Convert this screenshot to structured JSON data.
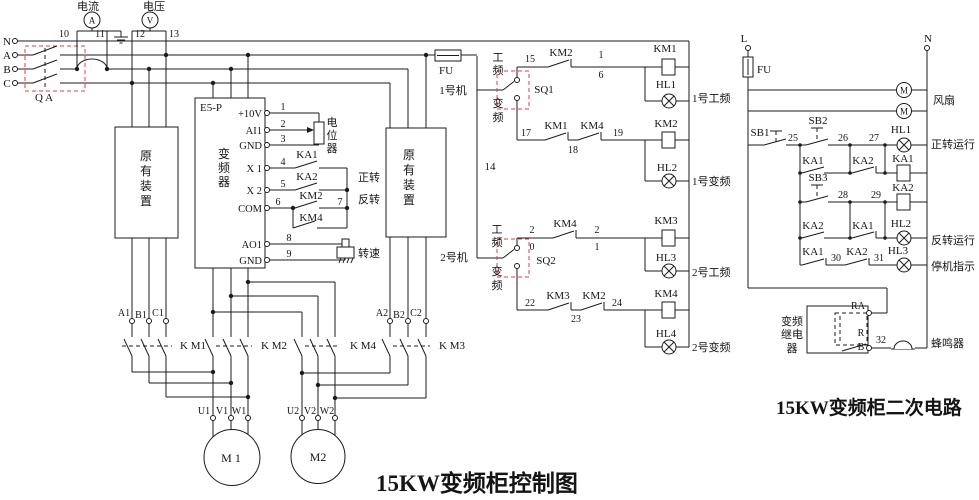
{
  "title_main": "15KW变频柜控制图",
  "title_secondary": "15KW变频柜二次电路",
  "power": {
    "phase_n": "N",
    "phase_a": "A",
    "phase_b": "B",
    "phase_c": "C",
    "breaker_label": "Q A",
    "ammeter_title": "电流",
    "ammeter_symbol": "A",
    "ammeter_t1": "10",
    "ammeter_t2": "11",
    "voltmeter_title": "电压",
    "voltmeter_symbol": "V",
    "voltmeter_t1": "12",
    "voltmeter_t2": "13"
  },
  "device1": {
    "c": [
      "原",
      "有",
      "装",
      "置"
    ]
  },
  "device2": {
    "c": [
      "原",
      "有",
      "装",
      "置"
    ]
  },
  "inverter": {
    "model": "E5-P",
    "name": [
      "变",
      "频",
      "器"
    ],
    "t_10v": "+10V",
    "t_ai1": "AI1",
    "t_gnd1": "GND",
    "t_x1": "X 1",
    "t_x2": "X 2",
    "t_com": "COM",
    "t_ao1": "AO1",
    "t_gnd2": "GND",
    "n1": "1",
    "n2": "2",
    "n3": "3",
    "n4": "4",
    "n5": "5",
    "n6": "6",
    "n7": "7",
    "n8": "8",
    "n9": "9",
    "pot": [
      "电",
      "位",
      "器"
    ],
    "ka1": "KA1",
    "ka2": "KA2",
    "km2": "KM2",
    "km4": "KM4",
    "fwd": "正转",
    "rev": "反转",
    "speed": "转速"
  },
  "feeders": {
    "a1": "A1",
    "b1": "B1",
    "c1": "C1",
    "a2": "A2",
    "b2": "B2",
    "c2": "C2",
    "km1": "K M1",
    "km2": "K M2",
    "km4": "K M4",
    "km3": "K M3",
    "u1": "U1",
    "v1": "V1",
    "w1": "W1",
    "u2": "U2",
    "v2": "V2",
    "w2": "W2",
    "m1": "M 1",
    "m2": "M2"
  },
  "control": {
    "fu": "FU",
    "machine1": "1号机",
    "machine2": "2号机",
    "w14": "14",
    "sq1": "SQ1",
    "sq2": "SQ2",
    "mode_pf": [
      "工",
      "频"
    ],
    "mode_vf": [
      "变",
      "频"
    ],
    "r1": {
      "w15": "15",
      "km2": "KM2",
      "w16": [
        "1",
        "6"
      ],
      "coil": "KM1",
      "lamp": "HL1",
      "tag": "1号工频"
    },
    "r2": {
      "w17": "17",
      "km1": "KM1",
      "w18": "18",
      "km4": "KM4",
      "w19": "19",
      "coil": "KM2",
      "lamp": "HL2",
      "tag": "1号变频"
    },
    "r3": {
      "w20": [
        "2",
        "0"
      ],
      "km4": "KM4",
      "w21": [
        "2",
        "1"
      ],
      "coil": "KM3",
      "lamp": "HL3",
      "tag": "2号工频"
    },
    "r4": {
      "w22": "22",
      "km3": "KM3",
      "w23": "23",
      "km2": "KM2",
      "w24": "24",
      "coil": "KM4",
      "lamp": "HL4",
      "tag": "2号变频"
    }
  },
  "secondary": {
    "l": "L",
    "n": "N",
    "fu": "FU",
    "fan": "风扇",
    "motor": "M",
    "sb1": "SB1",
    "w25": "25",
    "sb2": "SB2",
    "w26": "26",
    "w27": "27",
    "hl1": "HL1",
    "tag_fwd": "正转运行",
    "ka1a": "KA1",
    "ka2a": "KA2",
    "coil_ka1": "KA1",
    "sb3": "SB3",
    "w28": "28",
    "w29": "29",
    "coil_ka2": "KA2",
    "ka2b": "KA2",
    "ka1b": "KA1",
    "hl2": "HL2",
    "tag_rev": "反转运行",
    "ka1c": "KA1",
    "w30": "30",
    "ka2c": "KA2",
    "w31": "31",
    "hl3": "HL3",
    "tag_stop": "停机指示",
    "relay": [
      "变频",
      "继电",
      "器"
    ],
    "ra": "RA",
    "r": "R",
    "b": "B",
    "w32": "32",
    "buzzer": "蜂鸣器"
  }
}
